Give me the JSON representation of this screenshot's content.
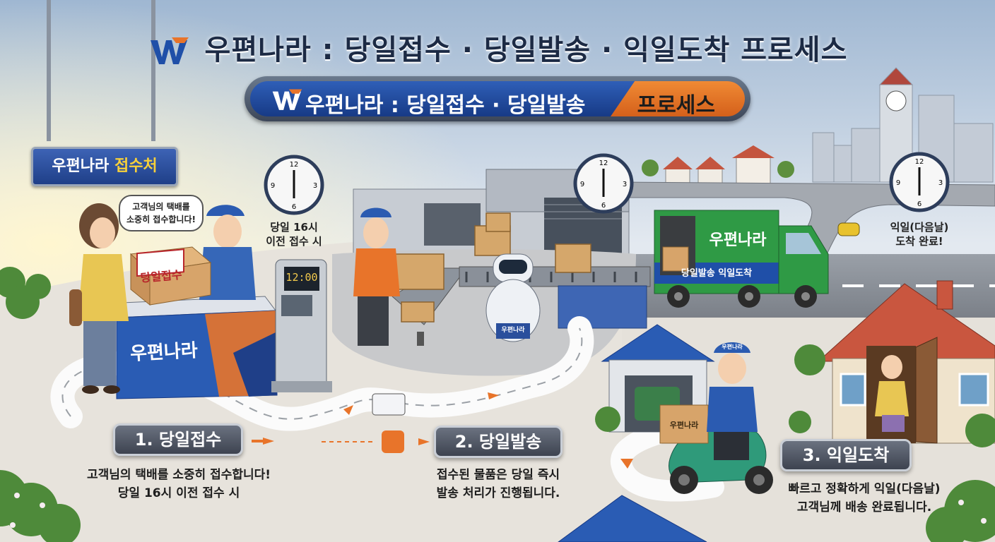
{
  "header": {
    "title": "우편나라 : 당일접수 · 당일발송 · 익일도착 프로세스",
    "banner_main": "우편나라 : 당일접수 · 당일발송",
    "banner_accent": "프로세스"
  },
  "reception_sign": {
    "brand": "우편나라",
    "place": "접수처"
  },
  "speech_bubble": {
    "line1": "고객님의 택배를",
    "line2": "소중히 접수합니다!"
  },
  "box_sticker": "당일접수",
  "counter_brand": "우편나라",
  "kiosk_display": "12:00",
  "clocks": {
    "clock1_caption_line1": "당일 16시",
    "clock1_caption_line2": "이전 접수 시",
    "clock3_caption_line1": "익일(다음날)",
    "clock3_caption_line2": "도착 완료!"
  },
  "robot_label": "우편나라",
  "truck": {
    "brand": "우편나라",
    "slogan": "당일발송 익일도착"
  },
  "rider": {
    "helmet_text": "우편나라",
    "box_text": "우편나라"
  },
  "steps": [
    {
      "label": "1. 당일접수",
      "desc_line1": "고객님의 택배를 소중히 접수합니다!",
      "desc_line2": "당일 16시 이전 접수 시"
    },
    {
      "label": "2. 당일발송",
      "desc_line1": "접수된 물품은 당일 즉시",
      "desc_line2": "발송 처리가 진행됩니다."
    },
    {
      "label": "3. 익일도착",
      "desc_line1": "빠르고 정확하게 익일(다음날)",
      "desc_line2": "고객님께 배송 완료됩니다."
    }
  ],
  "colors": {
    "brand_blue": "#1f4fa8",
    "brand_orange": "#e8742a",
    "truck_green": "#2f9a45",
    "sky": "#cfdbe8"
  }
}
